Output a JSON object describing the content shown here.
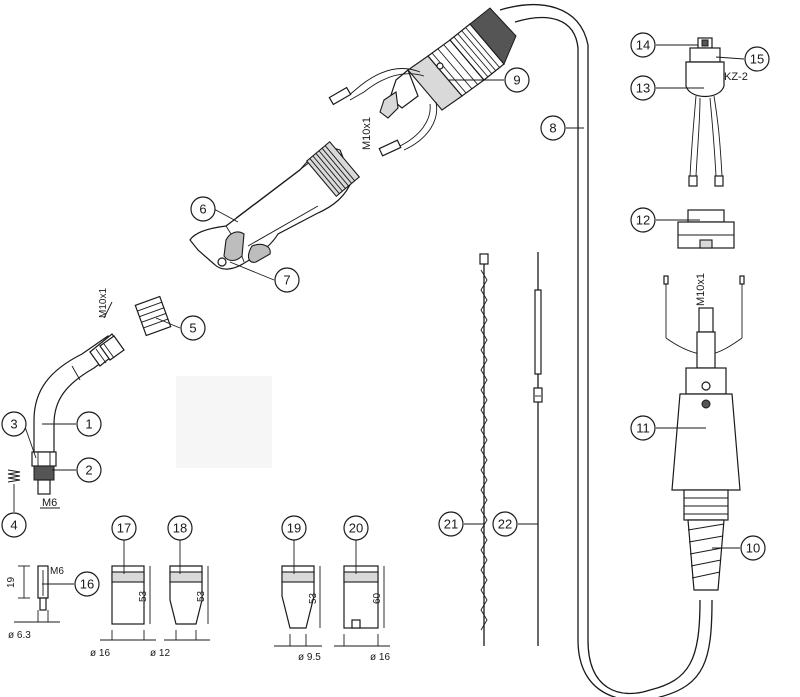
{
  "callouts": [
    "1",
    "2",
    "3",
    "4",
    "5",
    "6",
    "7",
    "8",
    "9",
    "10",
    "11",
    "12",
    "13",
    "14",
    "15",
    "16",
    "17",
    "18",
    "19",
    "20",
    "21",
    "22"
  ],
  "labels": {
    "thread_m10_top": "M10x1",
    "thread_m10_neck": "M10x1",
    "thread_m10_rear": "M10x1",
    "thread_m6_neck": "M6",
    "thread_m6_tip": "M6",
    "switch_code": "KZ-2"
  },
  "dimensions": {
    "tip_height": "19",
    "tip_dia": "ø 6.3",
    "nozzle17_height": "53",
    "nozzle17_dia": "ø 16",
    "nozzle18_height": "53",
    "nozzle18_dia": "ø 12",
    "nozzle19_height": "53",
    "nozzle19_dia": "ø 9.5",
    "nozzle20_height": "60",
    "nozzle20_dia": "ø 16"
  }
}
